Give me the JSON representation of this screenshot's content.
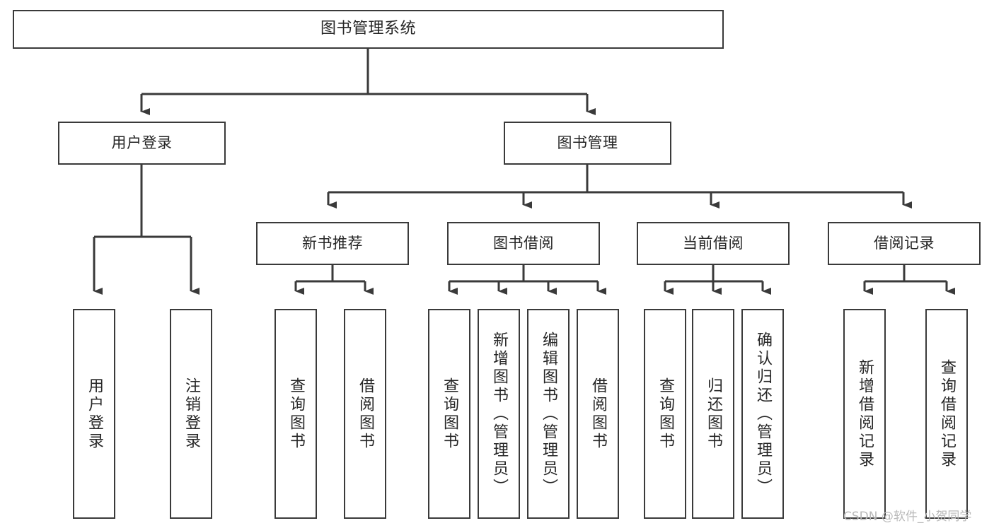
{
  "diagram": {
    "title": "图书管理系统",
    "type": "tree-hierarchy",
    "watermark": "CSDN @软件_小贺同学",
    "colors": {
      "border": "#3a3a3a",
      "text": "#262626",
      "background": "#ffffff",
      "edge": "#3a3a3a",
      "watermark": "#b9b9b9"
    },
    "nodes": {
      "root": {
        "label": "图书管理系统"
      },
      "level2": [
        {
          "label": "用户登录"
        },
        {
          "label": "图书管理"
        }
      ],
      "level3": [
        {
          "label": "新书推荐"
        },
        {
          "label": "图书借阅"
        },
        {
          "label": "当前借阅"
        },
        {
          "label": "借阅记录"
        }
      ],
      "leaves": {
        "user_login": [
          {
            "label": "用户登录"
          },
          {
            "label": "注销登录"
          }
        ],
        "new_book_recommend": [
          {
            "label": "查询图书"
          },
          {
            "label": "借阅图书"
          }
        ],
        "book_borrow": [
          {
            "label": "查询图书"
          },
          {
            "label": "新增图书（管理员）"
          },
          {
            "label": "编辑图书（管理员）"
          },
          {
            "label": "借阅图书"
          }
        ],
        "current_borrow": [
          {
            "label": "查询图书"
          },
          {
            "label": "归还图书"
          },
          {
            "label": "确认归还（管理员）"
          }
        ],
        "borrow_record": [
          {
            "label": "新增借阅记录"
          },
          {
            "label": "查询借阅记录"
          }
        ]
      }
    }
  }
}
